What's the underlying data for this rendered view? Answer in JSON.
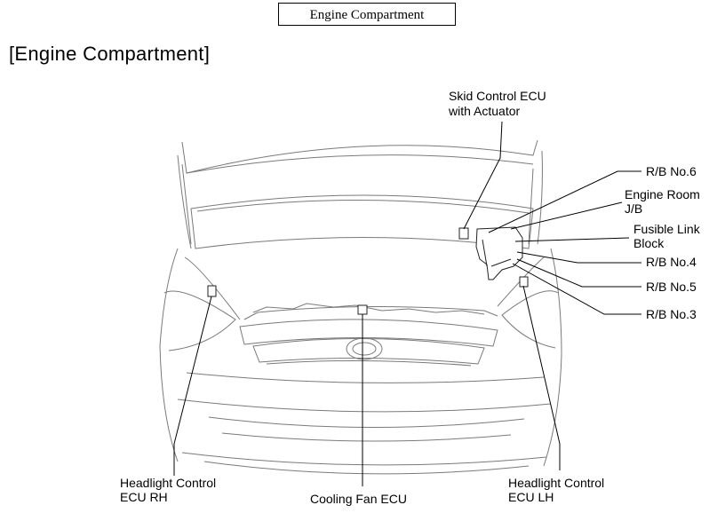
{
  "header": {
    "title": "Engine Compartment"
  },
  "section": {
    "title": "[Engine Compartment]"
  },
  "labels": {
    "skid_control": [
      "Skid Control ECU",
      "with Actuator"
    ],
    "rb_no6": [
      "R/B No.6"
    ],
    "engine_room_jb": [
      "Engine Room",
      "J/B"
    ],
    "fusible_link": [
      "Fusible Link",
      "Block"
    ],
    "rb_no4": [
      "R/B No.4"
    ],
    "rb_no5": [
      "R/B No.5"
    ],
    "rb_no3": [
      "R/B No.3"
    ],
    "headlight_rh": [
      "Headlight Control",
      "ECU RH"
    ],
    "cooling_fan": [
      "Cooling Fan ECU"
    ],
    "headlight_lh": [
      "Headlight Control",
      "ECU LH"
    ]
  }
}
